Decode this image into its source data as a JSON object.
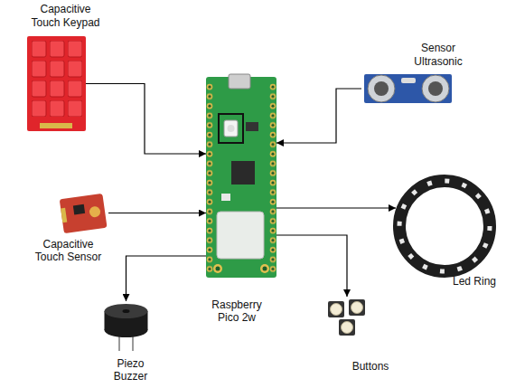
{
  "diagram": {
    "nodes": [
      {
        "text": [
          "Capacitive Touch Keypad"
        ]
      },
      {
        "text": [
          "Sensor Ultrasonic"
        ]
      },
      {
        "text": [
          "Capacitive Touch Sensor"
        ]
      },
      {
        "text": [
          "Raspberry Pico 2w"
        ]
      },
      {
        "text": [
          "Led Ring"
        ]
      },
      {
        "text": [
          "Piezo Buzzer"
        ]
      },
      {
        "text": [
          "Buttons"
        ]
      }
    ],
    "edges": [
      {
        "from": 0,
        "to": 3,
        "arrow": "to"
      },
      {
        "from": 1,
        "to": 3,
        "arrow": "to"
      },
      {
        "from": 2,
        "to": 3,
        "arrow": "to"
      },
      {
        "from": 3,
        "to": 4,
        "arrow": "to"
      },
      {
        "from": 3,
        "to": 6,
        "arrow": "to"
      },
      {
        "from": 3,
        "to": 5,
        "arrow": "to"
      }
    ]
  }
}
